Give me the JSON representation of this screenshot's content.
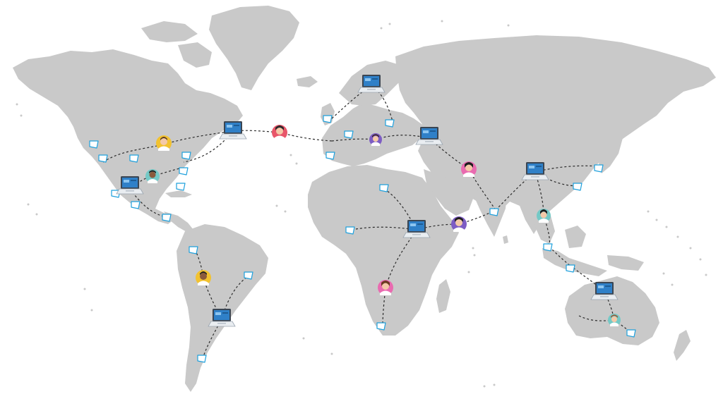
{
  "map": {
    "kind": "world-map",
    "land_color": "#c9c9c9",
    "route_color": "#2b2b2b",
    "pin_color": "#1fa0dc",
    "laptop_screen_color": "#2f80c8",
    "laptop_body_color": "#3a4552",
    "avatar_colors": [
      "#f2c230",
      "#e8566a",
      "#7d5cc4",
      "#e96bb0",
      "#74c9c6"
    ]
  },
  "regions": {
    "north_america": {
      "laptops": 2,
      "avatars": 2,
      "pins": 9
    },
    "south_america": {
      "laptops": 1,
      "avatars": 1,
      "pins": 3
    },
    "europe": {
      "laptops": 2,
      "avatars": 2,
      "pins": 4
    },
    "africa": {
      "laptops": 1,
      "avatars": 2,
      "pins": 3
    },
    "asia": {
      "laptops": 1,
      "avatars": 2,
      "pins": 4
    },
    "oceania": {
      "laptops": 1,
      "avatars": 1,
      "pins": 2
    }
  }
}
